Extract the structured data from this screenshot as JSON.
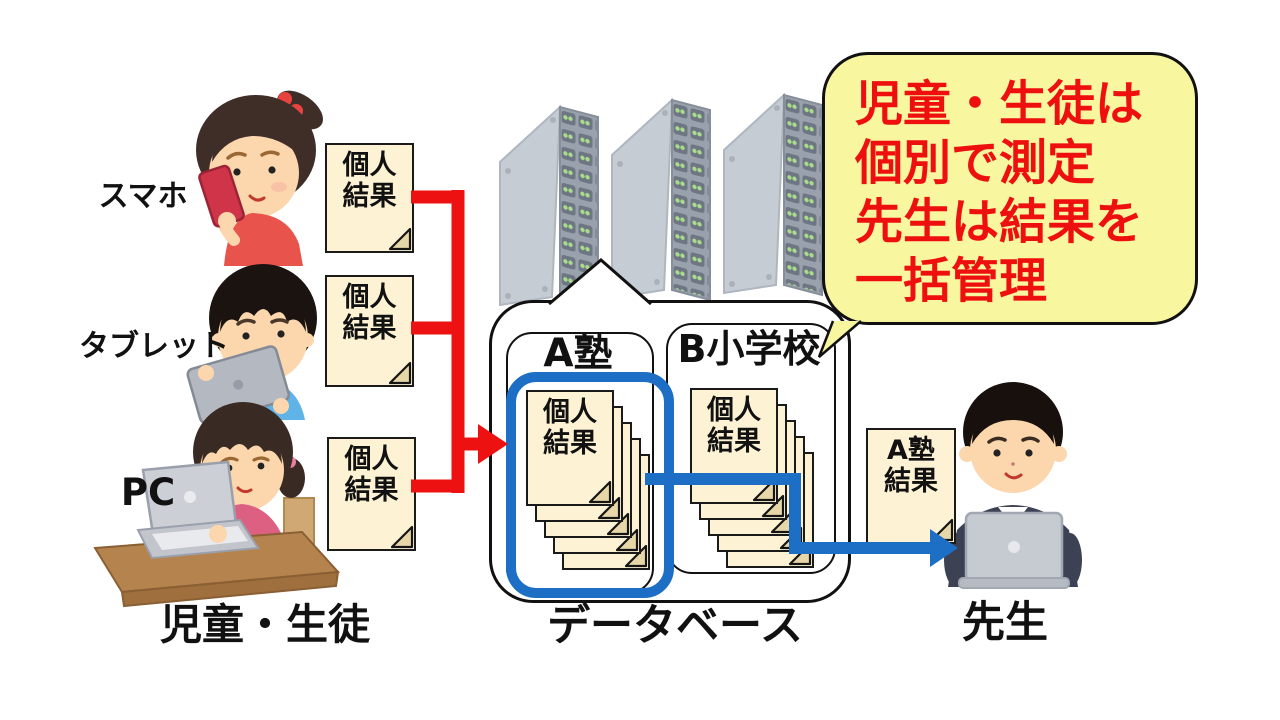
{
  "callout": {
    "lines": [
      "児童・生徒は",
      "個別で測定",
      "先生は結果を",
      "一括管理"
    ]
  },
  "students": {
    "group_label": "児童・生徒",
    "items": [
      {
        "device_label": "スマホ",
        "doc_label": "個人\n結果"
      },
      {
        "device_label": "タブレット",
        "doc_label": "個人\n結果"
      },
      {
        "device_label": "PC",
        "doc_label": "個人\n結果"
      }
    ]
  },
  "database": {
    "label": "データベース",
    "groups": [
      {
        "name": "A塾",
        "doc_label": "個人\n結果",
        "highlighted": true
      },
      {
        "name": "B小学校",
        "doc_label": "個人\n結果",
        "highlighted": false
      }
    ]
  },
  "teacher": {
    "label": "先生",
    "doc_label": "A塾\n結果"
  },
  "colors": {
    "arrow_red": "#ee1111",
    "arrow_blue": "#1c6fc4",
    "highlight_blue": "#1c6fc4",
    "callout_bg": "#f9f6a0",
    "callout_text": "#ee0f0f",
    "doc_bg": "#fdf3d4",
    "doc_fold": "#e7d7a8",
    "server_led_green": "#a9dc8c"
  },
  "icons": {
    "servers": "server-rack-icon",
    "folded_corner": "folded-corner-icon",
    "student_smartphone": "student-with-smartphone-illustration",
    "student_tablet": "student-with-tablet-illustration",
    "student_pc": "student-with-pc-illustration",
    "teacher": "teacher-with-laptop-illustration"
  }
}
